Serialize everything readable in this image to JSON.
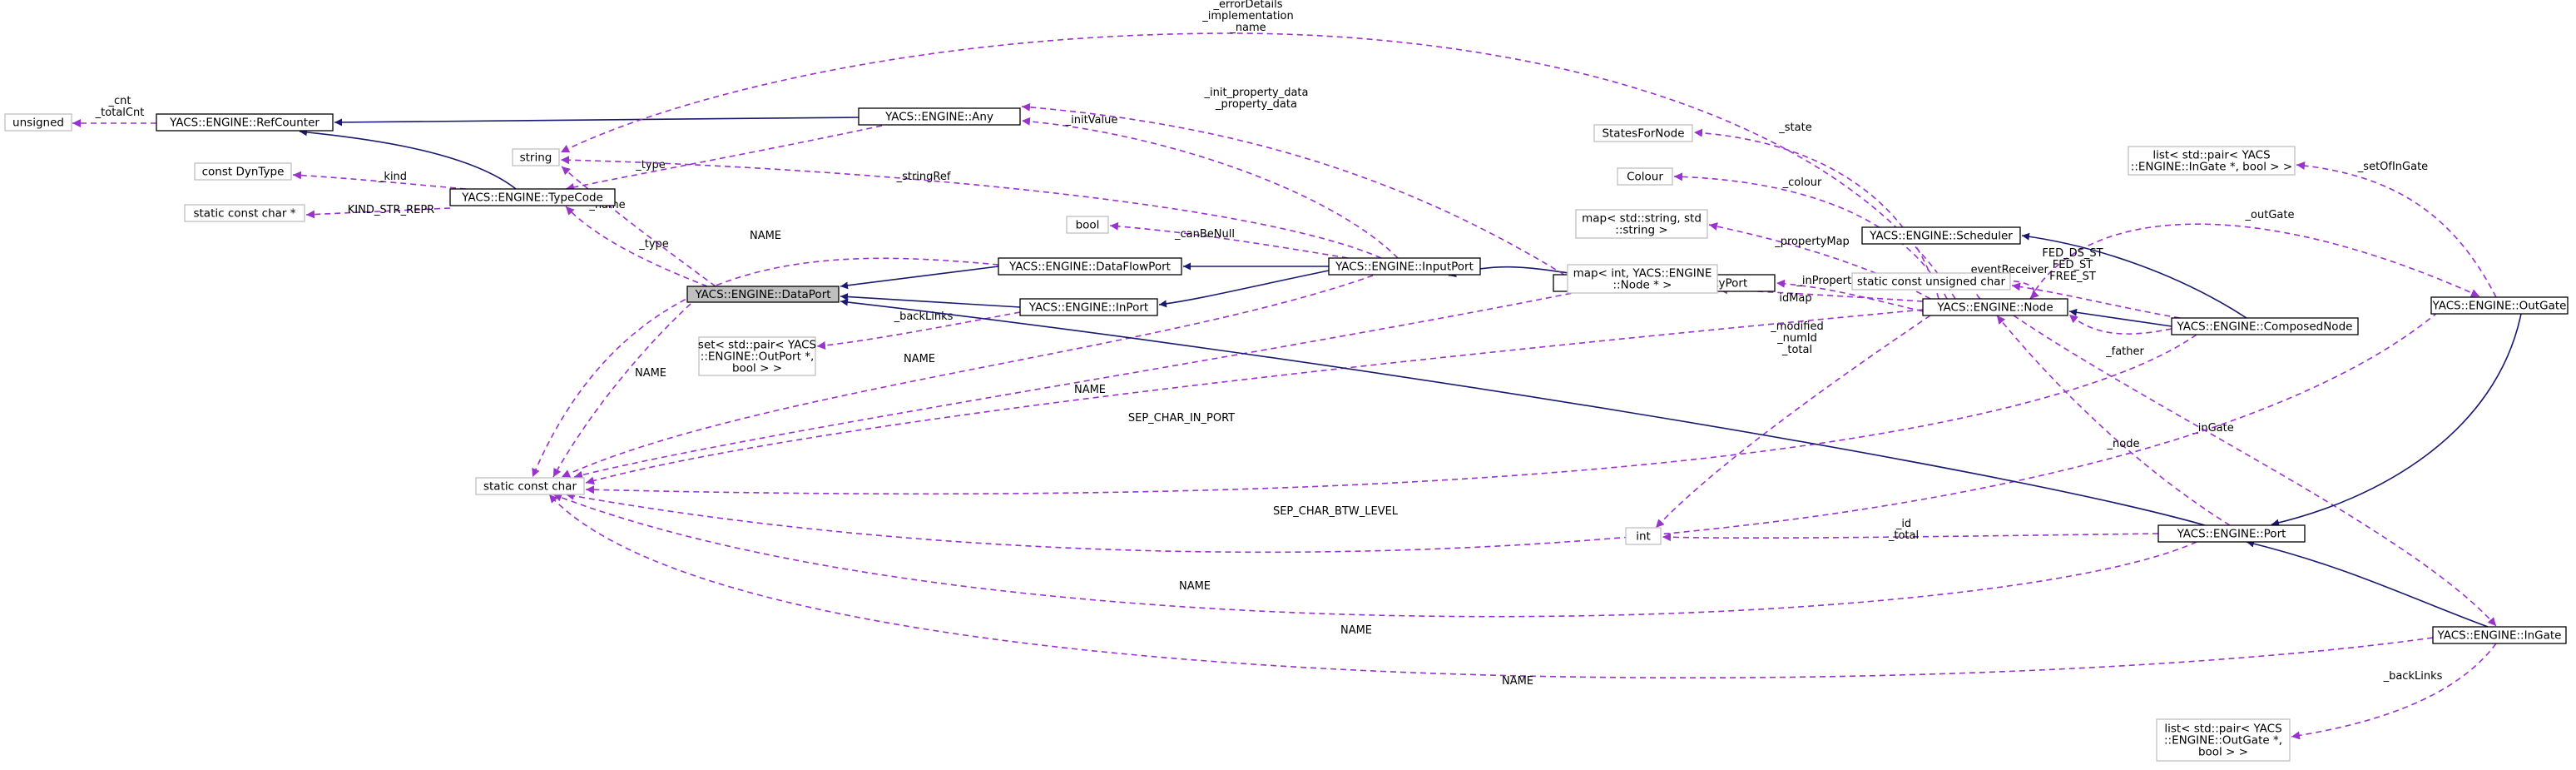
{
  "diagram": {
    "nodes": [
      {
        "id": "DataPort",
        "lines": [
          "YACS::ENGINE::DataPort"
        ],
        "kind": "focus"
      },
      {
        "id": "RefCounter",
        "lines": [
          "YACS::ENGINE::RefCounter"
        ],
        "kind": "class"
      },
      {
        "id": "TypeCode",
        "lines": [
          "YACS::ENGINE::TypeCode"
        ],
        "kind": "class"
      },
      {
        "id": "Any",
        "lines": [
          "YACS::ENGINE::Any"
        ],
        "kind": "class"
      },
      {
        "id": "DataFlowPort",
        "lines": [
          "YACS::ENGINE::DataFlowPort"
        ],
        "kind": "class"
      },
      {
        "id": "InPort",
        "lines": [
          "YACS::ENGINE::InPort"
        ],
        "kind": "class"
      },
      {
        "id": "InputPort",
        "lines": [
          "YACS::ENGINE::InputPort"
        ],
        "kind": "class"
      },
      {
        "id": "InPropertyPort",
        "lines": [
          "YACS::ENGINE::InPropertyPort"
        ],
        "kind": "class"
      },
      {
        "id": "Node",
        "lines": [
          "YACS::ENGINE::Node"
        ],
        "kind": "class"
      },
      {
        "id": "Scheduler",
        "lines": [
          "YACS::ENGINE::Scheduler"
        ],
        "kind": "class"
      },
      {
        "id": "ComposedNode",
        "lines": [
          "YACS::ENGINE::ComposedNode"
        ],
        "kind": "class"
      },
      {
        "id": "OutGate",
        "lines": [
          "YACS::ENGINE::OutGate"
        ],
        "kind": "class"
      },
      {
        "id": "Port",
        "lines": [
          "YACS::ENGINE::Port"
        ],
        "kind": "class"
      },
      {
        "id": "InGate",
        "lines": [
          "YACS::ENGINE::InGate"
        ],
        "kind": "class"
      },
      {
        "id": "unsigned",
        "lines": [
          "unsigned"
        ],
        "kind": "ext"
      },
      {
        "id": "constDynType",
        "lines": [
          "const DynType"
        ],
        "kind": "ext"
      },
      {
        "id": "staticConstCharPtr",
        "lines": [
          "static const char *"
        ],
        "kind": "ext"
      },
      {
        "id": "string",
        "lines": [
          "string"
        ],
        "kind": "ext"
      },
      {
        "id": "bool",
        "lines": [
          "bool"
        ],
        "kind": "ext"
      },
      {
        "id": "setPair",
        "lines": [
          "set< std::pair< YACS",
          "::ENGINE::OutPort *,",
          "bool > >"
        ],
        "kind": "ext"
      },
      {
        "id": "staticConstChar",
        "lines": [
          "static const char"
        ],
        "kind": "ext"
      },
      {
        "id": "StatesForNode",
        "lines": [
          "StatesForNode"
        ],
        "kind": "ext"
      },
      {
        "id": "Colour",
        "lines": [
          "Colour"
        ],
        "kind": "ext"
      },
      {
        "id": "mapString",
        "lines": [
          "map< std::string, std",
          "::string >"
        ],
        "kind": "ext"
      },
      {
        "id": "mapInt",
        "lines": [
          "map< int, YACS::ENGINE",
          "::Node * >"
        ],
        "kind": "ext"
      },
      {
        "id": "staticConstUnsignedChar",
        "lines": [
          "static const unsigned char"
        ],
        "kind": "ext"
      },
      {
        "id": "listInGate",
        "lines": [
          "list< std::pair< YACS",
          "::ENGINE::InGate *, bool > >"
        ],
        "kind": "ext"
      },
      {
        "id": "int",
        "lines": [
          "int"
        ],
        "kind": "ext"
      },
      {
        "id": "listOutGate",
        "lines": [
          "list< std::pair< YACS",
          "::ENGINE::OutGate *,",
          "bool > >"
        ],
        "kind": "ext"
      }
    ],
    "edges": [
      {
        "id": "e-refcounter-unsigned",
        "kind": "use",
        "lines": [
          "_cnt",
          "_totalCnt"
        ]
      },
      {
        "id": "e-any-refcounter",
        "kind": "inherit",
        "lines": []
      },
      {
        "id": "e-typecode-refcounter",
        "kind": "inherit",
        "lines": []
      },
      {
        "id": "e-typecode-dyntype",
        "kind": "use",
        "lines": [
          "_kind"
        ]
      },
      {
        "id": "e-typecode-kindstr",
        "kind": "use",
        "lines": [
          "KIND_STR_REPR"
        ]
      },
      {
        "id": "e-any-typecode",
        "kind": "use",
        "lines": [
          "_type"
        ]
      },
      {
        "id": "e-dataport-string",
        "kind": "use",
        "lines": [
          "_name"
        ]
      },
      {
        "id": "e-dataport-typecode",
        "kind": "use",
        "lines": [
          "_type"
        ]
      },
      {
        "id": "e-dataport-staticchar",
        "kind": "use",
        "lines": [
          "NAME"
        ]
      },
      {
        "id": "e-dataflowport-dataport",
        "kind": "inherit",
        "lines": []
      },
      {
        "id": "e-dataflowport-staticchar",
        "kind": "use",
        "lines": [
          "NAME"
        ]
      },
      {
        "id": "e-inport-dataport",
        "kind": "inherit",
        "lines": []
      },
      {
        "id": "e-inport-setpair",
        "kind": "use",
        "lines": [
          "_backLinks"
        ]
      },
      {
        "id": "e-inputport-dataflowport",
        "kind": "inherit",
        "lines": []
      },
      {
        "id": "e-inputport-inport",
        "kind": "inherit",
        "lines": []
      },
      {
        "id": "e-inputport-any-init",
        "kind": "use",
        "lines": [
          "_initValue"
        ]
      },
      {
        "id": "e-inputport-string",
        "kind": "use",
        "lines": [
          "_stringRef"
        ]
      },
      {
        "id": "e-inputport-bool",
        "kind": "use",
        "lines": [
          "_canBeNull"
        ]
      },
      {
        "id": "e-inputport-staticchar",
        "kind": "use",
        "lines": [
          "NAME"
        ]
      },
      {
        "id": "e-inpropertyport-inputport",
        "kind": "inherit",
        "lines": []
      },
      {
        "id": "e-inpropertyport-any",
        "kind": "use",
        "lines": [
          "_init_property_data",
          "_property_data"
        ]
      },
      {
        "id": "e-inpropertyport-staticchar",
        "kind": "use",
        "lines": [
          "NAME"
        ]
      },
      {
        "id": "e-node-string",
        "kind": "use",
        "lines": [
          "_errorDetails",
          "_implementation",
          "_name"
        ]
      },
      {
        "id": "e-node-states",
        "kind": "use",
        "lines": [
          "_state"
        ]
      },
      {
        "id": "e-node-colour",
        "kind": "use",
        "lines": [
          "_colour"
        ]
      },
      {
        "id": "e-node-mapstring",
        "kind": "use",
        "lines": [
          "_propertyMap"
        ]
      },
      {
        "id": "e-node-mapint",
        "kind": "use",
        "lines": [
          "idMap"
        ]
      },
      {
        "id": "e-node-inpropertyport",
        "kind": "use",
        "lines": [
          "_inPropertyPort"
        ]
      },
      {
        "id": "e-node-self",
        "kind": "use",
        "lines": [
          "_eventReceiver"
        ]
      },
      {
        "id": "e-node-int",
        "kind": "use",
        "lines": [
          "_modified",
          "_numId",
          "_total"
        ]
      },
      {
        "id": "e-node-staticchar",
        "kind": "use",
        "lines": [
          "SEP_CHAR_IN_PORT"
        ]
      },
      {
        "id": "e-node-outgate",
        "kind": "use",
        "lines": [
          "_outGate"
        ]
      },
      {
        "id": "e-node-ingate",
        "kind": "use",
        "lines": [
          "_inGate"
        ]
      },
      {
        "id": "e-composednode-scheduler",
        "kind": "inherit",
        "lines": []
      },
      {
        "id": "e-composednode-node",
        "kind": "inherit",
        "lines": []
      },
      {
        "id": "e-composednode-node-father",
        "kind": "use",
        "lines": [
          "_father"
        ]
      },
      {
        "id": "e-composednode-unsignedchar",
        "kind": "use",
        "lines": [
          "FED_DS_ST",
          "FED_ST",
          "FREE_ST"
        ]
      },
      {
        "id": "e-composednode-staticchar",
        "kind": "use",
        "lines": [
          "SEP_CHAR_BTW_LEVEL"
        ]
      },
      {
        "id": "e-outgate-listingate",
        "kind": "use",
        "lines": [
          "_setOfInGate"
        ]
      },
      {
        "id": "e-outgate-port",
        "kind": "inherit",
        "lines": []
      },
      {
        "id": "e-outgate-staticchar",
        "kind": "use",
        "lines": [
          "NAME"
        ]
      },
      {
        "id": "e-port-dataport",
        "kind": "inherit",
        "lines": []
      },
      {
        "id": "e-port-node",
        "kind": "use",
        "lines": [
          "_node"
        ]
      },
      {
        "id": "e-port-int",
        "kind": "use",
        "lines": [
          "_id",
          "_total"
        ]
      },
      {
        "id": "e-port-staticchar",
        "kind": "use",
        "lines": [
          "NAME"
        ]
      },
      {
        "id": "e-ingate-port",
        "kind": "inherit",
        "lines": []
      },
      {
        "id": "e-ingate-listoutgate",
        "kind": "use",
        "lines": [
          "_backLinks"
        ]
      },
      {
        "id": "e-ingate-staticchar",
        "kind": "use",
        "lines": [
          "NAME"
        ]
      }
    ],
    "colors": {
      "inherit": "#191970",
      "use": "#9a32cd",
      "focus_fill": "#bfbfbf",
      "class_border": "#000000",
      "ext_border": "#bfbfbf"
    }
  }
}
